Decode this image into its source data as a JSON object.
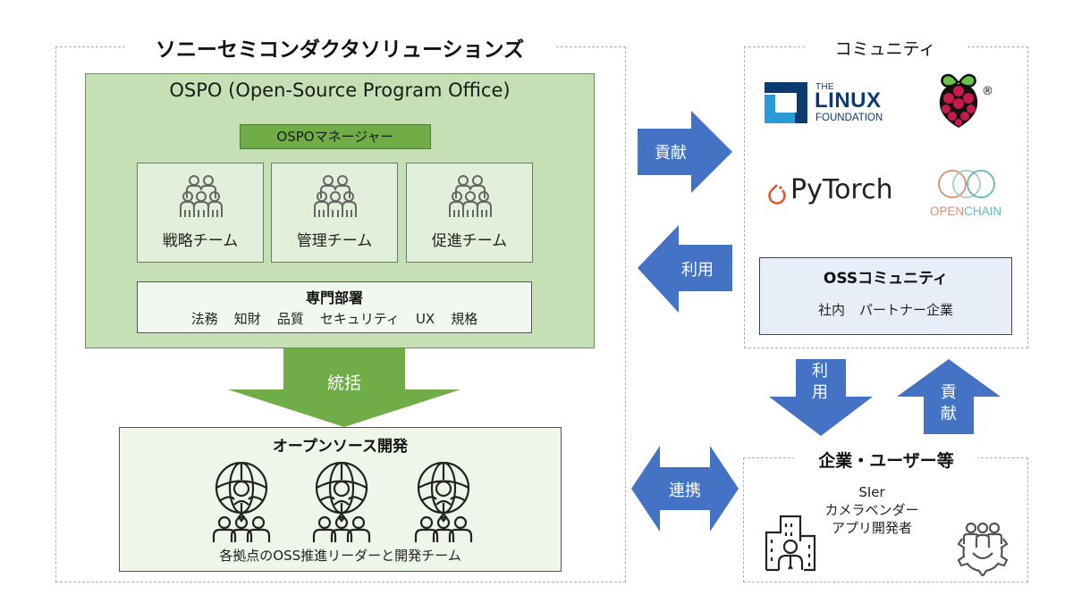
{
  "sony_group": {
    "title": "ソニーセミコンダクタソリューションズ",
    "ospo": {
      "title": "OSPO (Open-Source Program Office)",
      "manager_label": "OSPOマネージャー",
      "teams": [
        {
          "label": "戦略チーム",
          "icon": "team-group-icon"
        },
        {
          "label": "管理チーム",
          "icon": "team-group-icon"
        },
        {
          "label": "促進チーム",
          "icon": "team-group-icon"
        }
      ],
      "departments": {
        "title": "専門部署",
        "items": [
          "法務",
          "知財",
          "品質",
          "セキュリティ",
          "UX",
          "規格"
        ]
      }
    },
    "oversee_arrow_label": "統括",
    "oss_development": {
      "title": "オープンソース開発",
      "icon_count": 3,
      "icon": "global-leader-team-icon",
      "caption": "各拠点のOSS推進リーダーと開発チーム"
    }
  },
  "arrows": {
    "contribute_right": "貢献",
    "use_left": "利用",
    "use_down": [
      "利",
      "用"
    ],
    "contribute_up": [
      "貢",
      "献"
    ],
    "collaborate": "連携"
  },
  "community": {
    "title": "コミュニティ",
    "logos": {
      "linux_foundation": {
        "the": "THE",
        "linux": "LINUX",
        "foundation": "FOUNDATION"
      },
      "raspberry_pi": {
        "registered": "®"
      },
      "pytorch": {
        "text": "PyTorch"
      },
      "openchain": {
        "open": "OPEN",
        "chain": "CHAIN"
      }
    },
    "oss_community": {
      "title": "OSSコミュニティ",
      "members": [
        "社内",
        "パートナー企業"
      ]
    }
  },
  "enterprise": {
    "title": "企業・ユーザー等",
    "types": [
      "SIer",
      "カメラベンダー",
      "アプリ開発者"
    ]
  },
  "colors": {
    "ospo_bg": "#c5e0b4",
    "manager_bg": "#70ad47",
    "team_bg": "#e2efda",
    "green_arrow": "#70ad47",
    "blue_arrow": "#4472c4",
    "oss_community_bg": "#e8eef8"
  }
}
